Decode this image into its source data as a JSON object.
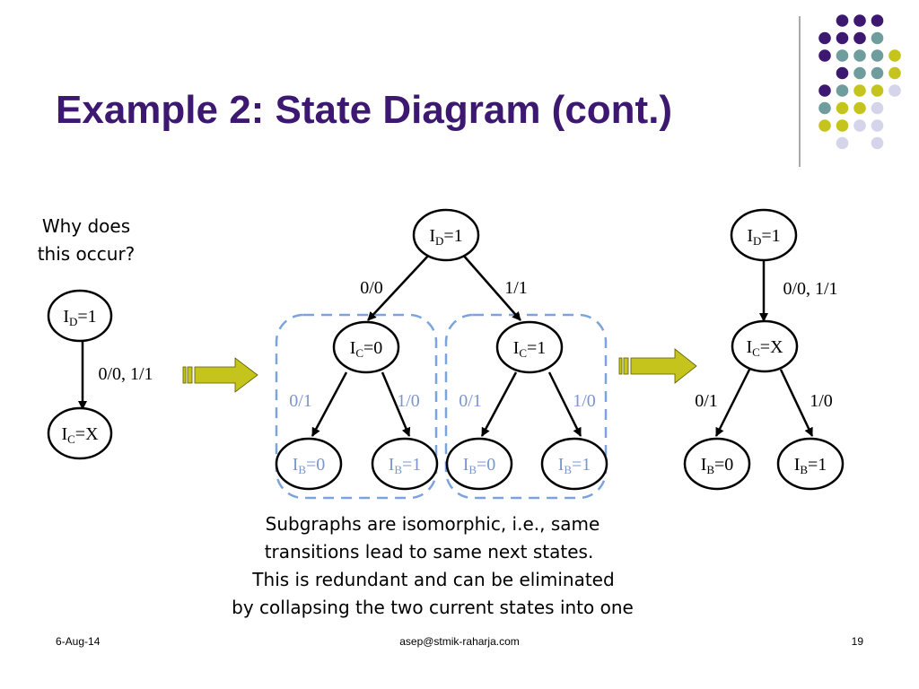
{
  "slide": {
    "title": "Example 2: State Diagram (cont.)",
    "question": [
      "Why does",
      "this occur?"
    ],
    "caption": [
      "Subgraphs are isomorphic, i.e., same",
      "transitions lead to same next states.",
      "This is redundant and can be eliminated",
      "by collapsing the two current states into one"
    ]
  },
  "colors": {
    "title": "#3d1870",
    "purple_dot": "#3d1870",
    "teal_dot": "#6f9c9c",
    "yellow_dot": "#c4c41c",
    "lavender_dot": "#d4d4ea",
    "arrow_fill": "#c4c41c",
    "dashed_box": "#7ba4dc",
    "blue_label": "#7b95d0"
  },
  "left_diagram": {
    "top": {
      "main": "I",
      "sub": "D",
      "rest": "=1"
    },
    "bottom": {
      "main": "I",
      "sub": "C",
      "rest": "=X"
    },
    "edge_label": "0/0, 1/1"
  },
  "middle_diagram": {
    "root": {
      "main": "I",
      "sub": "D",
      "rest": "=1"
    },
    "left_edge_label": "0/0",
    "right_edge_label": "1/1",
    "left_child": {
      "main": "I",
      "sub": "C",
      "rest": "=0"
    },
    "right_child": {
      "main": "I",
      "sub": "C",
      "rest": "=1"
    },
    "leaf_edge_labels": [
      "0/1",
      "1/0",
      "0/1",
      "1/0"
    ],
    "leaves": [
      {
        "main": "I",
        "sub": "B",
        "rest": "=0"
      },
      {
        "main": "I",
        "sub": "B",
        "rest": "=1"
      },
      {
        "main": "I",
        "sub": "B",
        "rest": "=0"
      },
      {
        "main": "I",
        "sub": "B",
        "rest": "=1"
      }
    ]
  },
  "right_diagram": {
    "root": {
      "main": "I",
      "sub": "D",
      "rest": "=1"
    },
    "edge_label": "0/0, 1/1",
    "middle": {
      "main": "I",
      "sub": "C",
      "rest": "=X"
    },
    "left_edge_label": "0/1",
    "right_edge_label": "1/0",
    "leaves": [
      {
        "main": "I",
        "sub": "B",
        "rest": "=0"
      },
      {
        "main": "I",
        "sub": "B",
        "rest": "=1"
      }
    ]
  },
  "footer": {
    "date": "6-Aug-14",
    "email": "asep@stmik-raharja.com",
    "page": "19"
  }
}
